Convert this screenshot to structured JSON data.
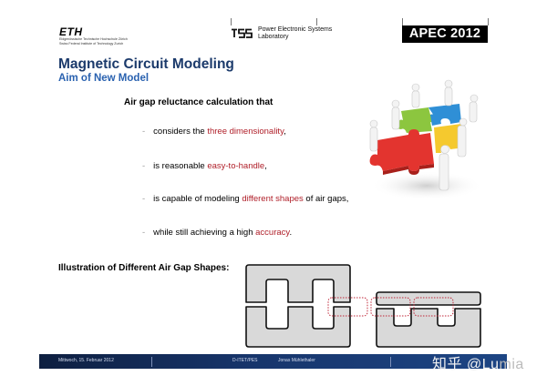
{
  "header": {
    "eth_logo": {
      "mark": "ETH",
      "line1": "Eidgenössische Technische Hochschule Zürich",
      "line2": "Swiss Federal Institute of Technology Zurich"
    },
    "pes_logo": {
      "line1": "Power Electronic Systems",
      "line2": "Laboratory"
    },
    "apec_logo": "APEC 2012"
  },
  "slide": {
    "title": "Magnetic Circuit Modeling",
    "subtitle": "Aim of New Model",
    "intro": "Air gap reluctance calculation that",
    "bullets": [
      {
        "dash": "-",
        "before": "considers the ",
        "highlight": "three dimensionality",
        "after": ","
      },
      {
        "dash": "-",
        "before": "is reasonable ",
        "highlight": "easy-to-handle",
        "after": ","
      },
      {
        "dash": "-",
        "before": "is capable of modeling ",
        "highlight": "different shapes",
        "after": " of air gaps,"
      },
      {
        "dash": "-",
        "before": "while still achieving a high ",
        "highlight": "accuracy",
        "after": "."
      }
    ],
    "illustration_label": "Illustration of Different Air Gap Shapes:",
    "colors": {
      "title": "#1b3a6b",
      "subtitle": "#2a62b0",
      "highlight": "#b0202a",
      "core_fill": "#d9d9d9",
      "gap_marker": "#c0283a",
      "footer_bar": "#17356b"
    }
  },
  "footer": {
    "date": "Mittwoch, 15. Februar 2012",
    "department": "D-ITET/PES",
    "author": "Jonas Mühlethaler"
  },
  "watermark": {
    "main": "知乎 @Lu",
    "tail": "mia"
  }
}
